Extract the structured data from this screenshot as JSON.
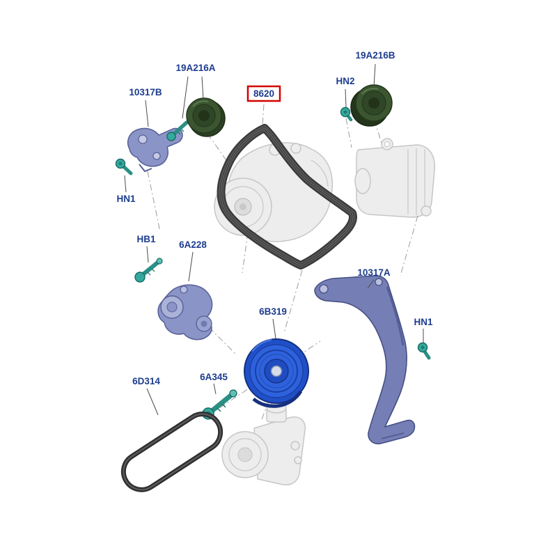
{
  "diagram": {
    "type": "exploded-parts-diagram",
    "subject": "engine accessory belt drive components",
    "highlighted_part": "8620"
  },
  "labels": {
    "pulley_a": "19A216A",
    "pulley_b": "19A216B",
    "bracket": "10317B",
    "nut_hn2": "HN2",
    "belt_main": "8620",
    "bolt_hn1_left": "HN1",
    "bolt_hb1": "HB1",
    "tensioner": "6A228",
    "cover": "10317A",
    "crank_pulley": "6B319",
    "bolt_hn1_right": "HN1",
    "belt_secondary": "6D314",
    "bolt_6a345": "6A345"
  },
  "colors": {
    "label_text": "#1d3c8f",
    "highlight_red": "#d40000",
    "belt_dark": "#3b3b3b",
    "pulley_green_face": "#3c5531",
    "pulley_green_dark": "#2c4023",
    "hardware_teal": "#2fa096",
    "hardware_teal_dark": "#176b63",
    "bracket_periwinkle": "#8a94c6",
    "cover_blue_violet": "#757fb5",
    "crank_pulley_blue": "#2b5cd7",
    "crank_pulley_rim": "#12307f",
    "ghost_gray_fill": "#ededed",
    "ghost_gray_stroke": "#c6c6c6"
  }
}
